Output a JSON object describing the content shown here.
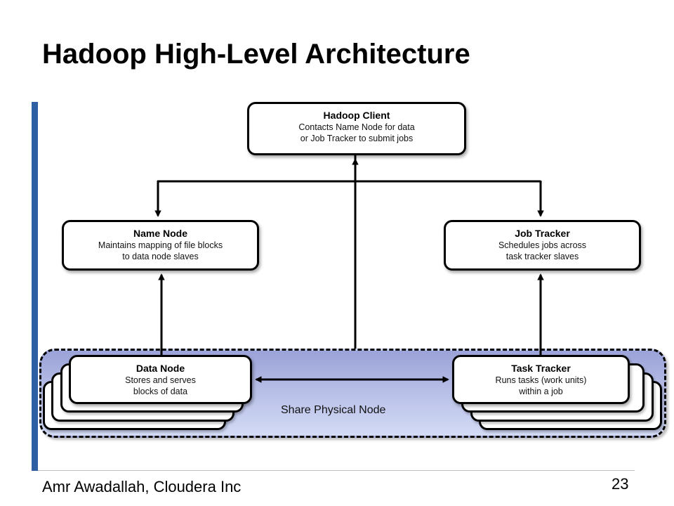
{
  "slide": {
    "title": "Hadoop High-Level Architecture",
    "footer_author": "Amr Awadallah, Cloudera Inc",
    "page_number": "23"
  },
  "diagram": {
    "nodes": {
      "hadoop_client": {
        "title": "Hadoop Client",
        "desc_line1": "Contacts Name Node for data",
        "desc_line2": "or Job Tracker to submit jobs"
      },
      "name_node": {
        "title": "Name Node",
        "desc_line1": "Maintains mapping of file blocks",
        "desc_line2": "to data node slaves"
      },
      "job_tracker": {
        "title": "Job Tracker",
        "desc_line1": "Schedules jobs across",
        "desc_line2": "task tracker slaves"
      },
      "data_node": {
        "title": "Data Node",
        "desc_line1": "Stores and serves",
        "desc_line2": "blocks of data"
      },
      "task_tracker": {
        "title": "Task Tracker",
        "desc_line1": "Runs tasks (work units)",
        "desc_line2": "within a job"
      }
    },
    "share_group_label": "Share Physical Node",
    "colors": {
      "accent_bar": "#2e5fa3",
      "group_fill_top": "#9aa2d8",
      "group_fill_bottom": "#d3dbf6"
    }
  }
}
